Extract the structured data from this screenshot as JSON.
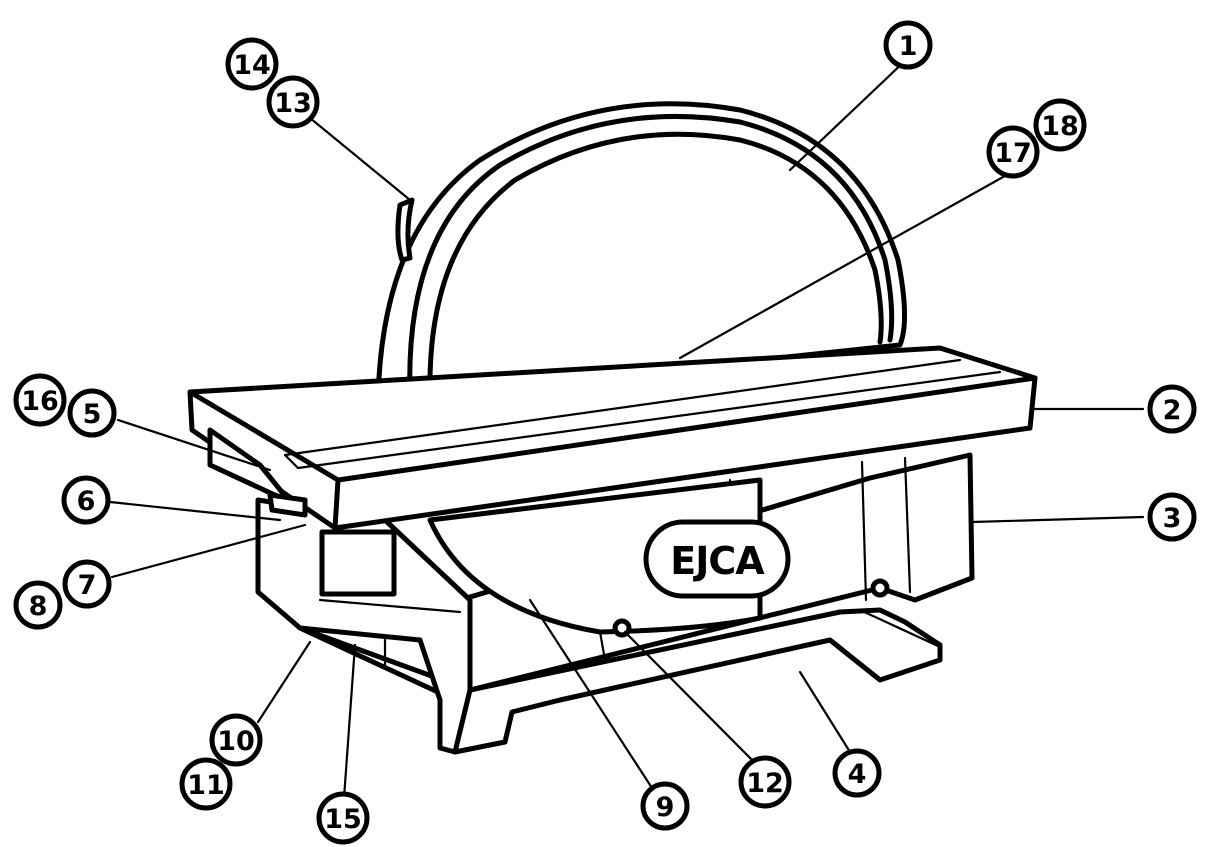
{
  "brand": "EJCA",
  "callouts": [
    {
      "label": "1"
    },
    {
      "label": "2"
    },
    {
      "label": "3"
    },
    {
      "label": "4"
    },
    {
      "label": "5"
    },
    {
      "label": "6"
    },
    {
      "label": "7"
    },
    {
      "label": "8"
    },
    {
      "label": "9"
    },
    {
      "label": "10"
    },
    {
      "label": "11"
    },
    {
      "label": "12"
    },
    {
      "label": "13"
    },
    {
      "label": "14"
    },
    {
      "label": "15"
    },
    {
      "label": "16"
    },
    {
      "label": "17"
    },
    {
      "label": "18"
    }
  ]
}
